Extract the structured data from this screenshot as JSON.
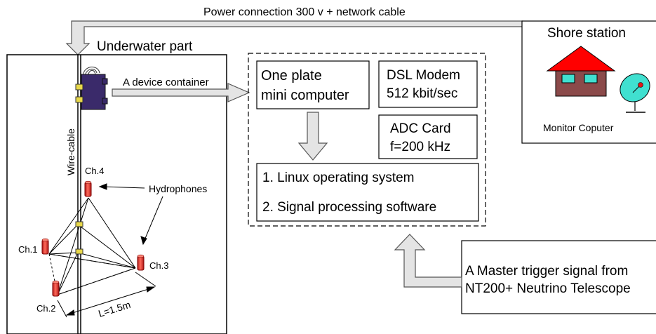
{
  "top_label": "Power connection 300 v + network cable",
  "underwater": {
    "title": "Underwater part",
    "cable_label": "Wire-cable",
    "container_label": "A device container"
  },
  "hydrophones": {
    "label": "Hydrophones",
    "ch1": "Ch.1",
    "ch2": "Ch.2",
    "ch3": "Ch.3",
    "ch4": "Ch.4",
    "distance": "L=1.5m"
  },
  "computer": {
    "one_plate_line1": "One plate",
    "one_plate_line2": "mini computer",
    "dsl_line1": "DSL Modem",
    "dsl_line2": "512 kbit/sec",
    "adc_line1": "ADC Card",
    "adc_line2": "f=200 kHz",
    "software_line1": "1. Linux operating system",
    "software_line2": "2. Signal processing software"
  },
  "shore": {
    "title": "Shore station",
    "monitor_label": "Monitor Coputer"
  },
  "trigger": {
    "line1": "A Master trigger signal from",
    "line2": "NT200+ Neutrino Telescope"
  },
  "colors": {
    "roof": "#ff0000",
    "house": "#8b4a4a",
    "dish": "#40e0d0",
    "hydrophone": "#e23a3a",
    "clamp": "#e8d84a",
    "container": "#3a2a6a",
    "arrow_fill": "#e4e4e4"
  }
}
